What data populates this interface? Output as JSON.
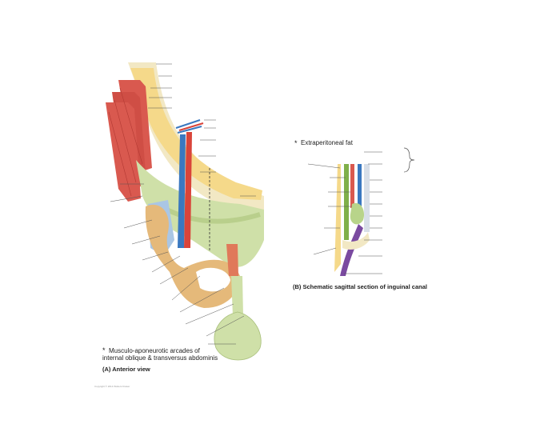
{
  "panel_a": {
    "footnote_line1": "Musculo-aponeurotic arcades of",
    "footnote_line2": "internal oblique & transversus abdominis",
    "caption": "(A) Anterior view"
  },
  "panel_b": {
    "footnote": "Extraperitoneal fat",
    "caption": "(B) Schematic sagittal section of inguinal canal"
  },
  "copyright": "Copyright © 2014 Wolters Kluwer",
  "colors": {
    "muscle": "#d9594f",
    "fascia_yellow": "#f5d98a",
    "aponeurosis_green": "#cfe0a8",
    "bone": "#e5b97a",
    "artery": "#d9443a",
    "vein": "#3a78c0",
    "purple": "#7a4aa0",
    "leader": "#555555"
  }
}
